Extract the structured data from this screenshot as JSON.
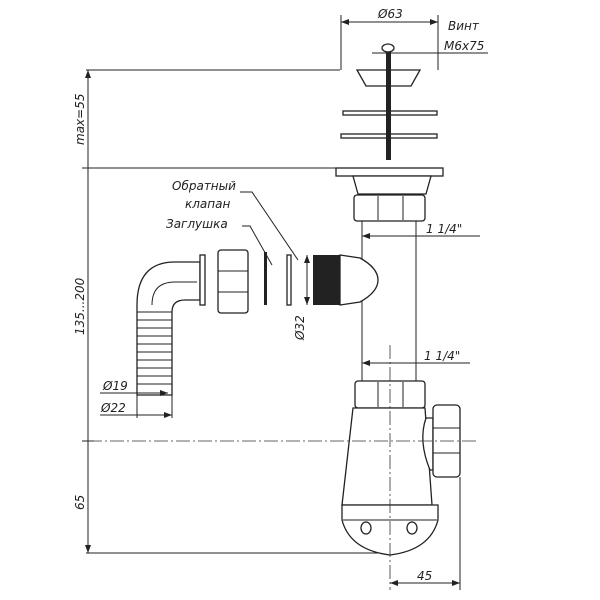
{
  "dimensions": {
    "flange_diameter": "Ø63",
    "screw_label": "Винт",
    "screw_size": "M6x75",
    "max_height": "max=55",
    "height_range": "135...200",
    "bottom_height": "65",
    "thread_top": "1 1/4\"",
    "thread_bottom": "1 1/4\"",
    "outlet_diameter": "Ø32",
    "hose_inner": "Ø19",
    "hose_outer": "Ø22",
    "side_offset": "45"
  },
  "labels": {
    "check_valve_line1": "Обратный",
    "check_valve_line2": "клапан",
    "plug": "Заглушка"
  }
}
